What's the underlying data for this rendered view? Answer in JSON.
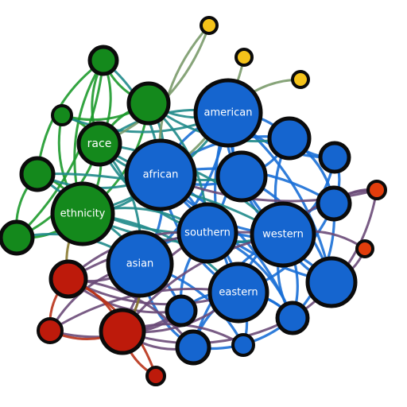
{
  "colors": {
    "blue": "#1565cf",
    "green": "#14891c",
    "red": "#bd1a0b",
    "orange": "#e23d0c",
    "yellow": "#f5c31a",
    "outline": "#0b0b0b",
    "edge_blue": "#1a6fd6",
    "edge_teal": "#1f8a8a",
    "edge_green": "#1d9a2c",
    "edge_purple": "#6a4a78",
    "edge_red": "#b83218",
    "edge_olive": "#7a9a6a",
    "edge_mustard": "#8a7a30"
  },
  "nodes": [
    {
      "id": "american",
      "label": "american",
      "group": "blue",
      "size": 5
    },
    {
      "id": "african",
      "label": "african",
      "group": "blue",
      "size": 6
    },
    {
      "id": "southern",
      "label": "southern",
      "group": "blue",
      "size": 5
    },
    {
      "id": "western",
      "label": "western",
      "group": "blue",
      "size": 5
    },
    {
      "id": "asian",
      "label": "asian",
      "group": "blue",
      "size": 5
    },
    {
      "id": "eastern",
      "label": "eastern",
      "group": "blue",
      "size": 4
    },
    {
      "id": "ethnicity",
      "label": "ethnicity",
      "group": "green",
      "size": 5
    },
    {
      "id": "race",
      "label": "race",
      "group": "green",
      "size": 3
    },
    {
      "id": "b1",
      "label": "",
      "group": "blue",
      "size": 3
    },
    {
      "id": "b2",
      "label": "",
      "group": "blue",
      "size": 2
    },
    {
      "id": "b3",
      "label": "",
      "group": "blue",
      "size": 4
    },
    {
      "id": "b4",
      "label": "",
      "group": "blue",
      "size": 2
    },
    {
      "id": "b5",
      "label": "",
      "group": "blue",
      "size": 4
    },
    {
      "id": "b6",
      "label": "",
      "group": "blue",
      "size": 2
    },
    {
      "id": "b7",
      "label": "",
      "group": "blue",
      "size": 2
    },
    {
      "id": "b8",
      "label": "",
      "group": "blue",
      "size": 2
    },
    {
      "id": "b9",
      "label": "",
      "group": "blue",
      "size": 1
    },
    {
      "id": "b10",
      "label": "",
      "group": "blue",
      "size": 2
    },
    {
      "id": "g1",
      "label": "",
      "group": "green",
      "size": 2
    },
    {
      "id": "g2",
      "label": "",
      "group": "green",
      "size": 3
    },
    {
      "id": "g3",
      "label": "",
      "group": "green",
      "size": 1
    },
    {
      "id": "g4",
      "label": "",
      "group": "green",
      "size": 2
    },
    {
      "id": "g5",
      "label": "",
      "group": "green",
      "size": 2
    },
    {
      "id": "r1",
      "label": "",
      "group": "red",
      "size": 2
    },
    {
      "id": "r2",
      "label": "",
      "group": "red",
      "size": 3
    },
    {
      "id": "r3",
      "label": "",
      "group": "red",
      "size": 1
    },
    {
      "id": "r4",
      "label": "",
      "group": "red",
      "size": 1
    },
    {
      "id": "o1",
      "label": "",
      "group": "orange",
      "size": 1
    },
    {
      "id": "o2",
      "label": "",
      "group": "orange",
      "size": 1
    },
    {
      "id": "y1",
      "label": "",
      "group": "yellow",
      "size": 1
    },
    {
      "id": "y2",
      "label": "",
      "group": "yellow",
      "size": 1
    },
    {
      "id": "y3",
      "label": "",
      "group": "yellow",
      "size": 1
    }
  ],
  "edges": [
    [
      "american",
      "african",
      "blue"
    ],
    [
      "american",
      "southern",
      "blue"
    ],
    [
      "american",
      "western",
      "blue"
    ],
    [
      "american",
      "asian",
      "blue"
    ],
    [
      "american",
      "eastern",
      "blue"
    ],
    [
      "american",
      "b1",
      "blue"
    ],
    [
      "american",
      "b3",
      "blue"
    ],
    [
      "american",
      "b5",
      "blue"
    ],
    [
      "american",
      "b2",
      "blue"
    ],
    [
      "african",
      "southern",
      "blue"
    ],
    [
      "african",
      "western",
      "blue"
    ],
    [
      "african",
      "asian",
      "blue"
    ],
    [
      "african",
      "eastern",
      "blue"
    ],
    [
      "african",
      "b1",
      "blue"
    ],
    [
      "african",
      "b3",
      "blue"
    ],
    [
      "african",
      "b4",
      "blue"
    ],
    [
      "african",
      "b5",
      "blue"
    ],
    [
      "african",
      "b6",
      "blue"
    ],
    [
      "southern",
      "western",
      "blue"
    ],
    [
      "southern",
      "eastern",
      "blue"
    ],
    [
      "southern",
      "asian",
      "blue"
    ],
    [
      "southern",
      "b5",
      "blue"
    ],
    [
      "southern",
      "b7",
      "blue"
    ],
    [
      "southern",
      "b8",
      "blue"
    ],
    [
      "western",
      "eastern",
      "blue"
    ],
    [
      "western",
      "b3",
      "blue"
    ],
    [
      "western",
      "b5",
      "blue"
    ],
    [
      "western",
      "b1",
      "blue"
    ],
    [
      "western",
      "b2",
      "blue"
    ],
    [
      "western",
      "b4",
      "blue"
    ],
    [
      "western",
      "b6",
      "blue"
    ],
    [
      "western",
      "b8",
      "blue"
    ],
    [
      "western",
      "b10",
      "blue"
    ],
    [
      "eastern",
      "b6",
      "blue"
    ],
    [
      "eastern",
      "b7",
      "blue"
    ],
    [
      "eastern",
      "b8",
      "blue"
    ],
    [
      "eastern",
      "b10",
      "blue"
    ],
    [
      "eastern",
      "b9",
      "blue"
    ],
    [
      "eastern",
      "b4",
      "blue"
    ],
    [
      "asian",
      "b7",
      "blue"
    ],
    [
      "asian",
      "b10",
      "blue"
    ],
    [
      "asian",
      "b9",
      "blue"
    ],
    [
      "b1",
      "b2",
      "blue"
    ],
    [
      "b1",
      "b4",
      "blue"
    ],
    [
      "b3",
      "b1",
      "blue"
    ],
    [
      "b4",
      "b6",
      "blue"
    ],
    [
      "b6",
      "b8",
      "blue"
    ],
    [
      "b2",
      "b4",
      "blue"
    ],
    [
      "b10",
      "b8",
      "blue"
    ],
    [
      "b3",
      "b5",
      "blue"
    ],
    [
      "ethnicity",
      "race",
      "green"
    ],
    [
      "ethnicity",
      "g1",
      "green"
    ],
    [
      "ethnicity",
      "g2",
      "green"
    ],
    [
      "ethnicity",
      "g3",
      "green"
    ],
    [
      "ethnicity",
      "g4",
      "green"
    ],
    [
      "ethnicity",
      "g5",
      "green"
    ],
    [
      "race",
      "g1",
      "green"
    ],
    [
      "race",
      "g2",
      "green"
    ],
    [
      "race",
      "g3",
      "green"
    ],
    [
      "race",
      "g5",
      "green"
    ],
    [
      "g1",
      "g2",
      "green"
    ],
    [
      "g1",
      "g5",
      "green"
    ],
    [
      "g4",
      "g5",
      "green"
    ],
    [
      "g2",
      "g3",
      "green"
    ],
    [
      "g1",
      "race",
      "green"
    ],
    [
      "g4",
      "g1",
      "green"
    ],
    [
      "ethnicity",
      "african",
      "teal"
    ],
    [
      "ethnicity",
      "asian",
      "teal"
    ],
    [
      "ethnicity",
      "american",
      "teal"
    ],
    [
      "ethnicity",
      "southern",
      "teal"
    ],
    [
      "ethnicity",
      "western",
      "teal"
    ],
    [
      "ethnicity",
      "eastern",
      "teal"
    ],
    [
      "race",
      "african",
      "teal"
    ],
    [
      "race",
      "american",
      "teal"
    ],
    [
      "race",
      "southern",
      "teal"
    ],
    [
      "race",
      "western",
      "teal"
    ],
    [
      "race",
      "b3",
      "teal"
    ],
    [
      "race",
      "asian",
      "teal"
    ],
    [
      "g2",
      "american",
      "teal"
    ],
    [
      "g2",
      "african",
      "teal"
    ],
    [
      "g2",
      "b1",
      "teal"
    ],
    [
      "g2",
      "southern",
      "teal"
    ],
    [
      "g4",
      "african",
      "teal"
    ],
    [
      "g4",
      "western",
      "teal"
    ],
    [
      "g3",
      "american",
      "teal"
    ],
    [
      "g1",
      "african",
      "teal"
    ],
    [
      "g4",
      "southern",
      "teal"
    ],
    [
      "g5",
      "asian",
      "teal"
    ],
    [
      "r1",
      "asian",
      "purple"
    ],
    [
      "r1",
      "southern",
      "purple"
    ],
    [
      "r1",
      "eastern",
      "purple"
    ],
    [
      "r1",
      "western",
      "purple"
    ],
    [
      "r1",
      "b7",
      "purple"
    ],
    [
      "r1",
      "b10",
      "purple"
    ],
    [
      "r2",
      "asian",
      "purple"
    ],
    [
      "r2",
      "southern",
      "purple"
    ],
    [
      "r2",
      "eastern",
      "purple"
    ],
    [
      "r2",
      "western",
      "purple"
    ],
    [
      "r2",
      "b7",
      "purple"
    ],
    [
      "r2",
      "b9",
      "purple"
    ],
    [
      "r2",
      "b10",
      "purple"
    ],
    [
      "r3",
      "asian",
      "purple"
    ],
    [
      "r3",
      "b7",
      "purple"
    ],
    [
      "r3",
      "eastern",
      "purple"
    ],
    [
      "o1",
      "b4",
      "purple"
    ],
    [
      "o1",
      "b6",
      "purple"
    ],
    [
      "o1",
      "western",
      "purple"
    ],
    [
      "o1",
      "african",
      "purple"
    ],
    [
      "o2",
      "western",
      "purple"
    ],
    [
      "o2",
      "b5",
      "purple"
    ],
    [
      "r2",
      "b8",
      "purple"
    ],
    [
      "r1",
      "r2",
      "red"
    ],
    [
      "r1",
      "r3",
      "red"
    ],
    [
      "r2",
      "r3",
      "red"
    ],
    [
      "r2",
      "r4",
      "red"
    ],
    [
      "r1",
      "r4",
      "red"
    ],
    [
      "ethnicity",
      "r1",
      "mustard"
    ],
    [
      "asian",
      "r2",
      "mustard"
    ],
    [
      "y1",
      "african",
      "olive"
    ],
    [
      "y2",
      "african",
      "olive"
    ],
    [
      "y3",
      "american",
      "olive"
    ],
    [
      "y1",
      "race",
      "olive"
    ]
  ]
}
